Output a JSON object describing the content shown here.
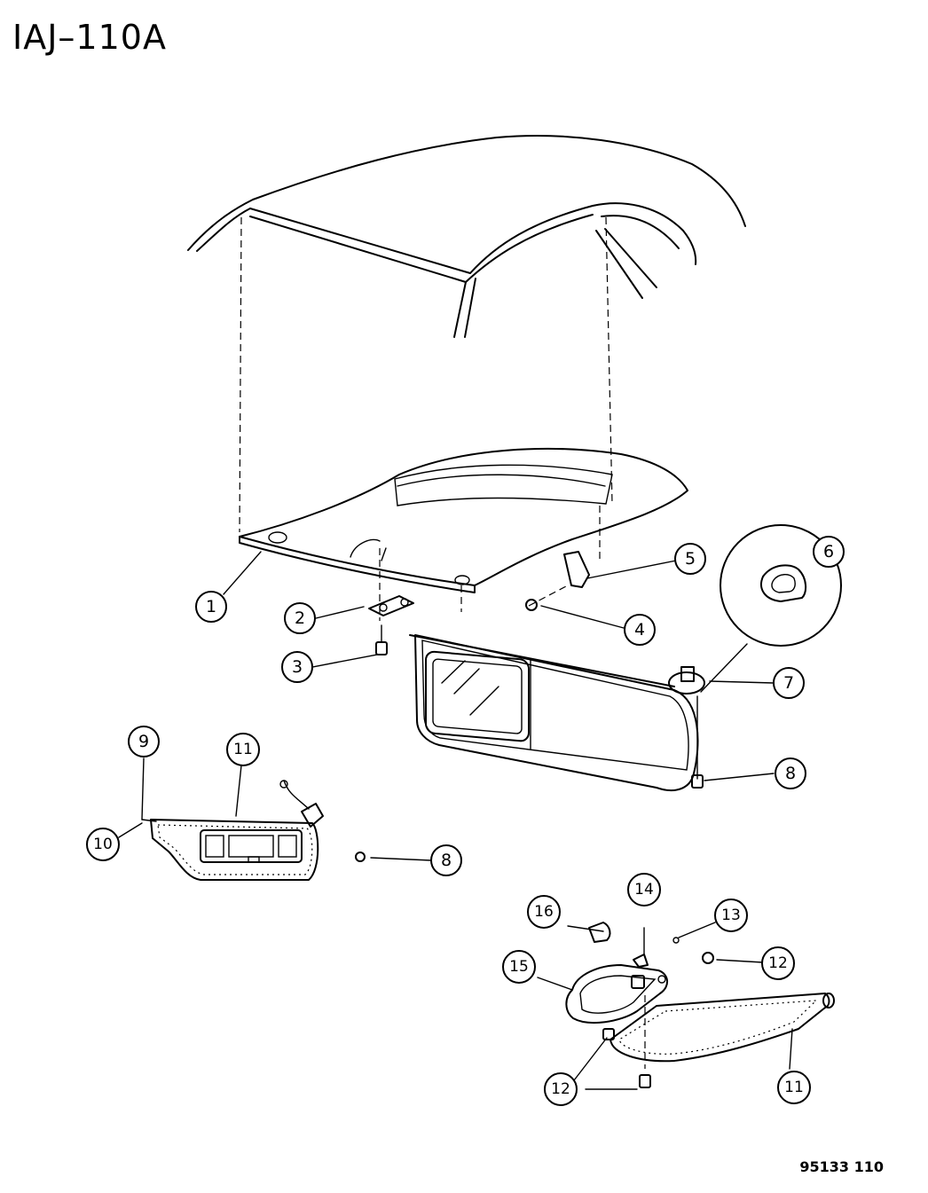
{
  "title": "IAJ–110A",
  "figure_number": "95133  110",
  "callouts": [
    {
      "id": "c1",
      "label": "1"
    },
    {
      "id": "c2",
      "label": "2"
    },
    {
      "id": "c3",
      "label": "3"
    },
    {
      "id": "c4",
      "label": "4"
    },
    {
      "id": "c5",
      "label": "5"
    },
    {
      "id": "c6",
      "label": "6"
    },
    {
      "id": "c7",
      "label": "7"
    },
    {
      "id": "c8a",
      "label": "8"
    },
    {
      "id": "c8b",
      "label": "8"
    },
    {
      "id": "c9",
      "label": "9"
    },
    {
      "id": "c10",
      "label": "10"
    },
    {
      "id": "c11a",
      "label": "11"
    },
    {
      "id": "c11b",
      "label": "11"
    },
    {
      "id": "c12a",
      "label": "12"
    },
    {
      "id": "c12b",
      "label": "12"
    },
    {
      "id": "c13",
      "label": "13"
    },
    {
      "id": "c14",
      "label": "14"
    },
    {
      "id": "c15",
      "label": "15"
    },
    {
      "id": "c16",
      "label": "16"
    }
  ]
}
